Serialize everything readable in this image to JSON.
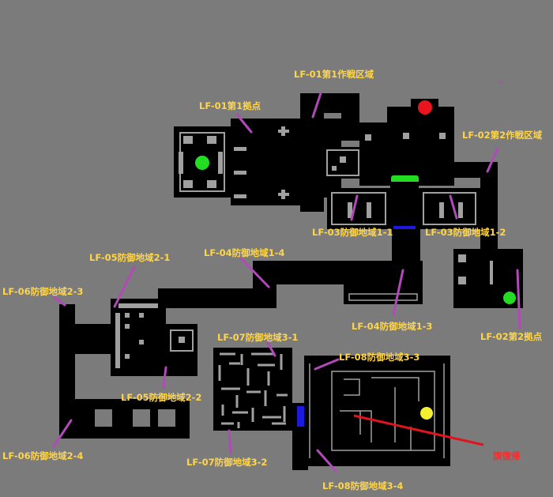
{
  "labels": {
    "lf01_area": "LF-01第1作戦区域",
    "lf01_base": "LF-01第1拠点",
    "lf02_area": "LF-02第2作戦区域",
    "lf02_base": "LF-02第2拠点",
    "lf03_1": "LF-03防御地域1-1",
    "lf03_2": "LF-03防御地域1-2",
    "lf04_4": "LF-04防御地域1-4",
    "lf04_3": "LF-04防御地域1-3",
    "lf05_1": "LF-05防御地域2-1",
    "lf05_2": "LF-05防御地域2-2",
    "lf06_3": "LF-06防御地域2-3",
    "lf06_4": "LF-06防御地域2-4",
    "lf07_1": "LF-07防御地域3-1",
    "lf07_2": "LF-07防御地域3-2",
    "lf08_3": "LF-08防御地域3-3",
    "lf08_4": "LF-08防御地域3-4",
    "flag": "旗復帰"
  },
  "colors": {
    "background": "#7b7b7b",
    "wall": "#000000",
    "label": "#ffd54a",
    "pointer": "#b04ab8",
    "arrow": "#e0141e",
    "green_marker": "#22dd22",
    "red_marker": "#e8141e",
    "yellow_marker": "#f4f030",
    "gate": "#1a1ae0"
  }
}
